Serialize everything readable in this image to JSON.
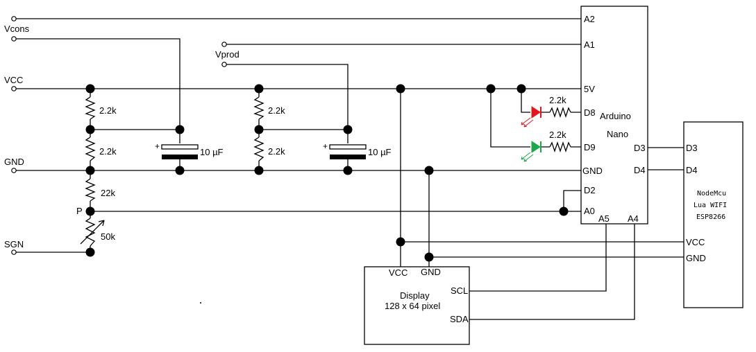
{
  "nets": {
    "a2": "A2",
    "vcons": "Vcons",
    "vprod": "Vprod",
    "vcc": "VCC",
    "gnd": "GND",
    "p": "P",
    "sgn": "SGN"
  },
  "components": {
    "r1": "2.2k",
    "r2": "2.2k",
    "r3": "22k",
    "pot": "50k",
    "r4": "2.2k",
    "r5": "2.2k",
    "c1": "10 µF",
    "c2": "10 µF",
    "r_led_red": "2.2k",
    "r_led_green": "2.2k",
    "c1_plus": "+",
    "c2_plus": "+"
  },
  "arduino": {
    "name_line1": "Arduino",
    "name_line2": "Nano",
    "pin_a2": "A2",
    "pin_a1": "A1",
    "pin_5v": "5V",
    "pin_d8": "D8",
    "pin_d9": "D9",
    "pin_gnd": "GND",
    "pin_d2": "D2",
    "pin_a0": "A0",
    "pin_d3": "D3",
    "pin_d4": "D4",
    "pin_a5": "A5",
    "pin_a4": "A4"
  },
  "nodemcu": {
    "line1": "NodeMcu",
    "line2": "Lua WIFI",
    "line3": "ESP8266",
    "pin_d3": "D3",
    "pin_d4": "D4",
    "pin_vcc": "VCC",
    "pin_gnd": "GND"
  },
  "display": {
    "line1": "Display",
    "line2": "128 x 64 pixel",
    "pin_vcc": "VCC",
    "pin_gnd": "GND",
    "pin_scl": "SCL",
    "pin_sda": "SDA"
  },
  "colors": {
    "led_red": "#e8141c",
    "led_green": "#1aa84a"
  }
}
